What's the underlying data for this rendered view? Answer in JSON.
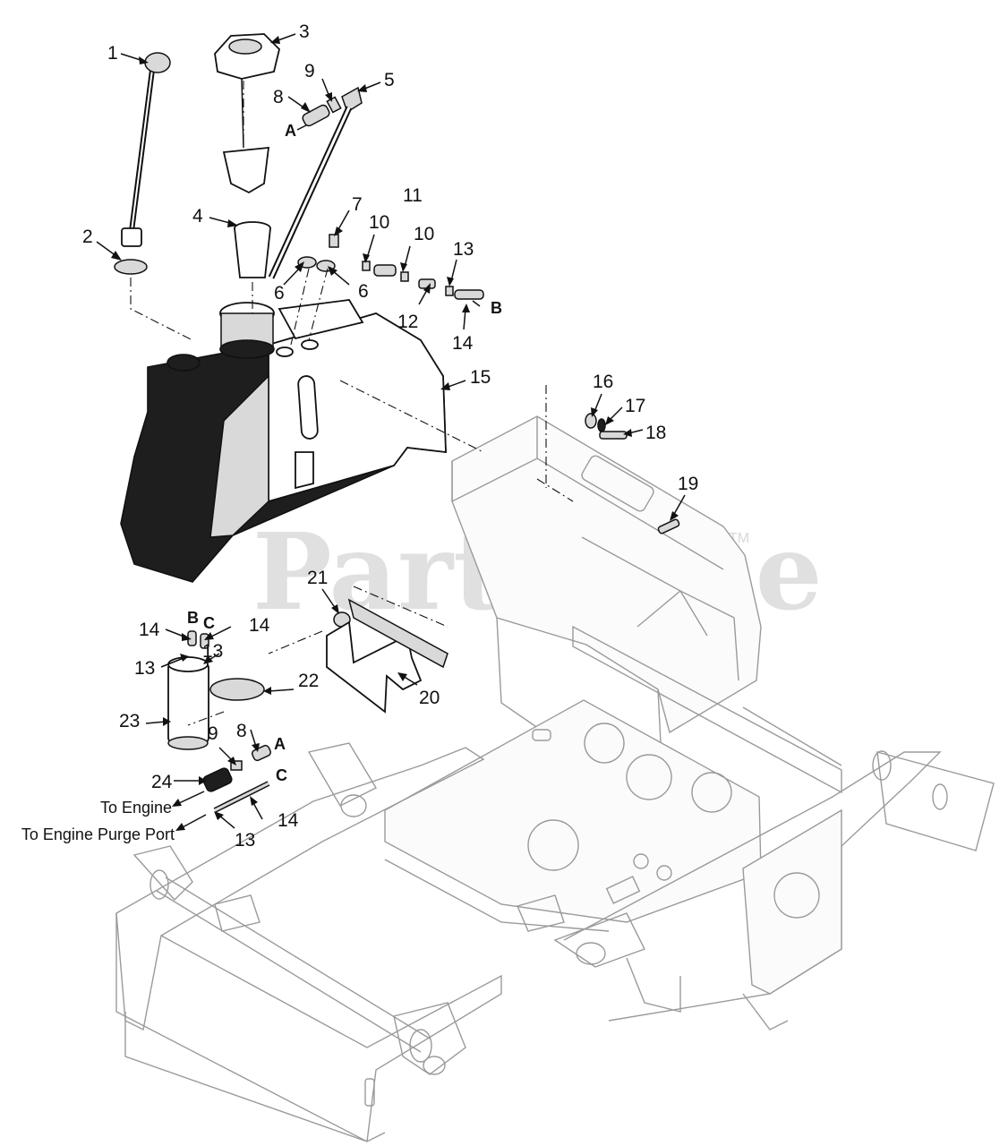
{
  "watermark": {
    "text": "PartsTree",
    "tm": "TM"
  },
  "callouts": [
    {
      "id": "c1",
      "text": "1"
    },
    {
      "id": "c2",
      "text": "2"
    },
    {
      "id": "c3",
      "text": "3"
    },
    {
      "id": "c4",
      "text": "4"
    },
    {
      "id": "c5",
      "text": "5"
    },
    {
      "id": "c6a",
      "text": "6"
    },
    {
      "id": "c6b",
      "text": "6"
    },
    {
      "id": "c7",
      "text": "7"
    },
    {
      "id": "c8a",
      "text": "8"
    },
    {
      "id": "c8b",
      "text": "8"
    },
    {
      "id": "c9a",
      "text": "9"
    },
    {
      "id": "c9b",
      "text": "9"
    },
    {
      "id": "c10a",
      "text": "10"
    },
    {
      "id": "c10b",
      "text": "10"
    },
    {
      "id": "c11",
      "text": "11"
    },
    {
      "id": "c12",
      "text": "12"
    },
    {
      "id": "c13a",
      "text": "13"
    },
    {
      "id": "c13b",
      "text": "13"
    },
    {
      "id": "c13c",
      "text": "13"
    },
    {
      "id": "c13d",
      "text": "13"
    },
    {
      "id": "c14a",
      "text": "14"
    },
    {
      "id": "c14b",
      "text": "14"
    },
    {
      "id": "c14c",
      "text": "14"
    },
    {
      "id": "c14d",
      "text": "14"
    },
    {
      "id": "c15",
      "text": "15"
    },
    {
      "id": "c16",
      "text": "16"
    },
    {
      "id": "c17",
      "text": "17"
    },
    {
      "id": "c18",
      "text": "18"
    },
    {
      "id": "c19",
      "text": "19"
    },
    {
      "id": "c20",
      "text": "20"
    },
    {
      "id": "c21",
      "text": "21"
    },
    {
      "id": "c22",
      "text": "22"
    },
    {
      "id": "c23",
      "text": "23"
    },
    {
      "id": "c24",
      "text": "24"
    }
  ],
  "letters": {
    "a_top": "A",
    "b_right": "B",
    "b_filter": "B",
    "c_filter": "C",
    "a_lower": "A",
    "c_lower": "C"
  },
  "notes": {
    "to_engine": "To Engine",
    "to_purge": "To Engine Purge Port"
  }
}
